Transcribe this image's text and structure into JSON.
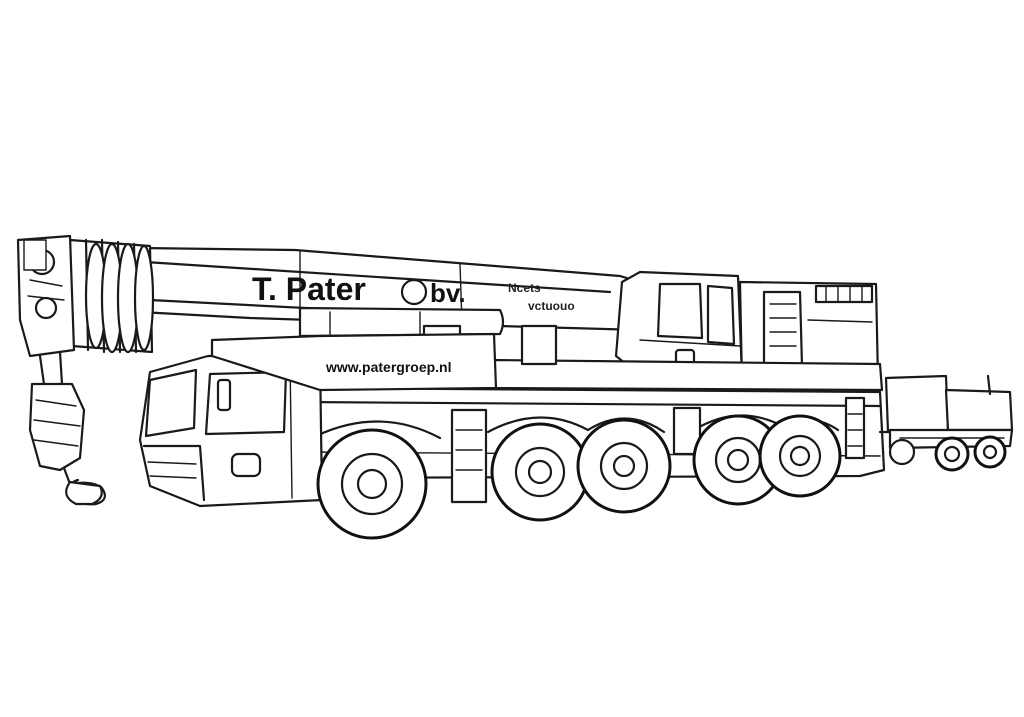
{
  "boom_lettering": {
    "company": "T. Pater",
    "suffix": "bv.",
    "line_a": "Ncets",
    "line_b": "vctuouo"
  },
  "body_lettering": {
    "website": "www.patergroep.nl"
  },
  "style": {
    "line_color": "#1a1a1a",
    "background_color": "#ffffff"
  }
}
